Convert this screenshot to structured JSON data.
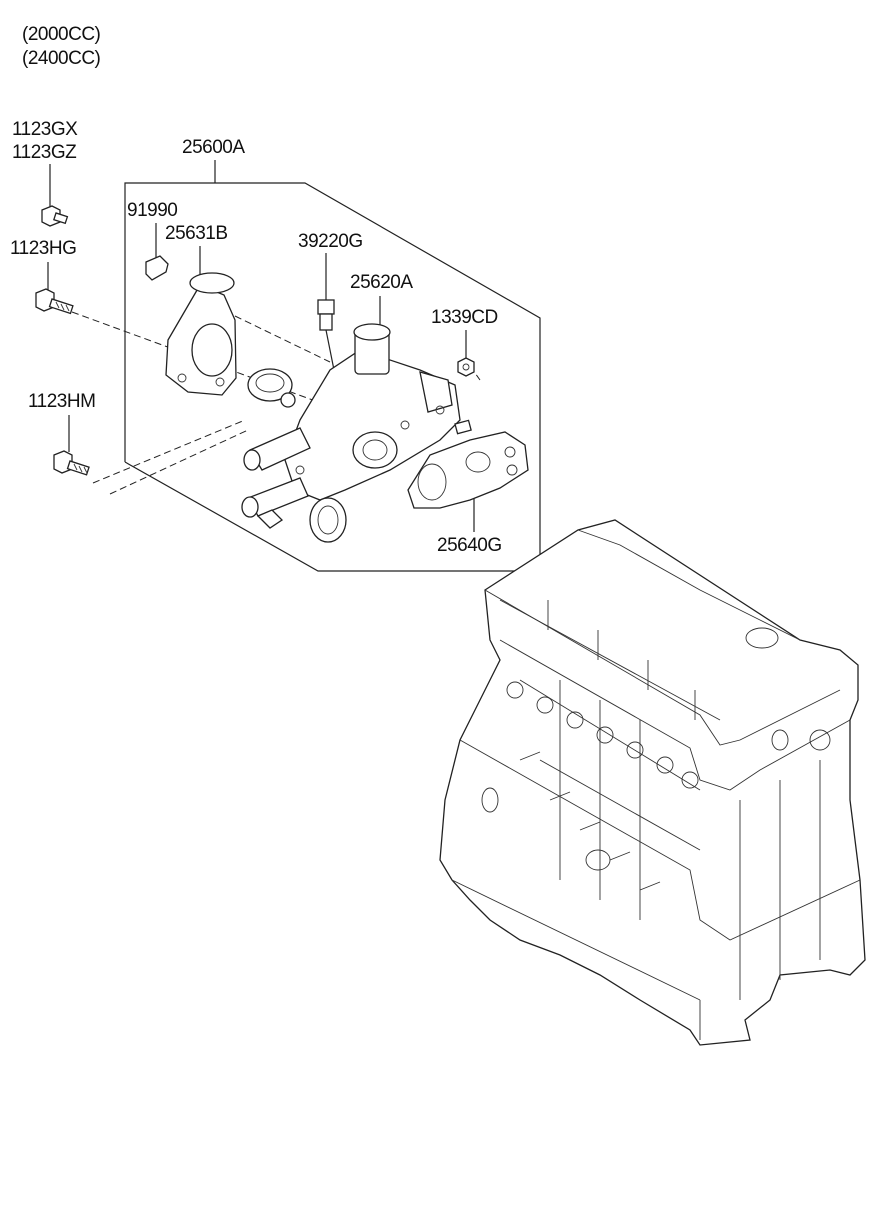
{
  "variants": [
    "(2000CC)",
    "(2400CC)"
  ],
  "parts": {
    "bolt_gx": "1123GX",
    "bolt_gz": "1123GZ",
    "bolt_hg": "1123HG",
    "bolt_hm": "1123HM",
    "housing_assy": "25600A",
    "clip": "91990",
    "thermostat_cover": "25631B",
    "temp_sensor": "39220G",
    "water_outlet": "25620A",
    "nut": "1339CD",
    "gasket": "25640G"
  }
}
